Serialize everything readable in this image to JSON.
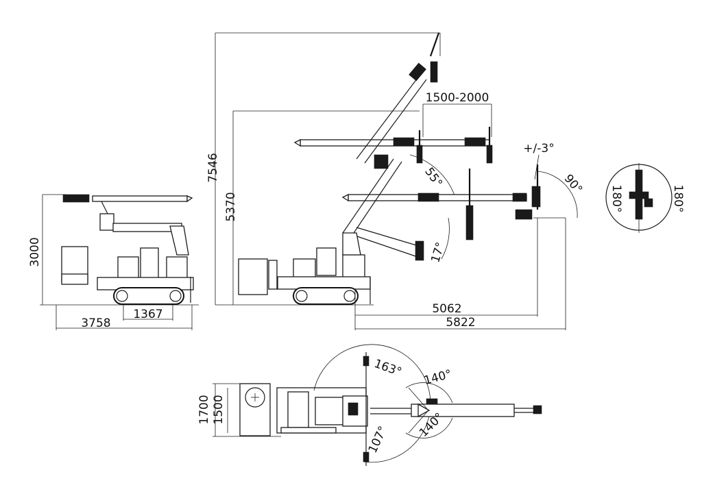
{
  "dimensions": {
    "side_small_height": "3000",
    "side_small_length": "3758",
    "side_small_track": "1367",
    "side_large_height_max": "7546",
    "side_large_height_mid": "5370",
    "reach_inner": "5062",
    "reach_outer": "5822",
    "jack_span": "1500-2000",
    "tilt": "+/-3°",
    "angle_55": "55°",
    "angle_17": "17°",
    "angle_90": "90°",
    "rotation_left": "180°",
    "rotation_right": "180°",
    "top_width_outer": "1700",
    "top_width_inner": "1500",
    "swing_163": "163°",
    "swing_107": "107°",
    "head_140_top": "140°",
    "head_140_bottom": "140°"
  },
  "colors": {
    "line": "#1a1a1a",
    "background": "#ffffff"
  }
}
